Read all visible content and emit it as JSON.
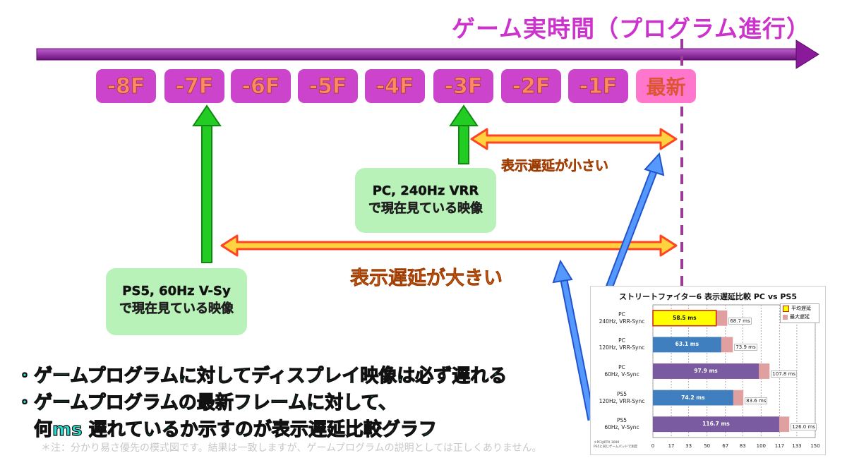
{
  "title": "ゲーム実時間（プログラム進行）",
  "frames": [
    "-8F",
    "-7F",
    "-6F",
    "-5F",
    "-4F",
    "-3F",
    "-2F",
    "-1F",
    "最新"
  ],
  "pc_caption": [
    "PC, 240Hz VRR",
    "で現在見ている映像"
  ],
  "ps5_caption": [
    "PS5, 60Hz V-Sy",
    "で現在見ている映像"
  ],
  "delay_small": "表示遅延が小さい",
  "delay_large": "表示遅延が大きい",
  "bullets": [
    "・ゲームプログラムに対してディスプレイ映像は必ず遅れる",
    "・ゲームプログラムの最新フレームに対して、",
    "　何ms 遅れているか示すのが表示遅延比較グラフ"
  ],
  "note": "＊注：分かり易さ優先の模式図です。結果は一致しますが、ゲームプログラムの説明としては正しくありません。",
  "colors": {
    "timeline": "#8b1a9a",
    "frame_box": "#cc44cc",
    "latest_box": "#ff77cc",
    "green_arrow": "#22cc22",
    "delay_arrow_fill": "#ffd23f",
    "delay_arrow_outline": "#ff4422",
    "blue_arrow": "#4488ff"
  },
  "chart_data": {
    "type": "bar",
    "orientation": "horizontal",
    "stacked": true,
    "title": "ストリートファイター6 表示遅延比較 PC vs PS5",
    "categories": [
      [
        "PC",
        "240Hz, VRR-Sync"
      ],
      [
        "PC",
        "120Hz, VRR-Sync"
      ],
      [
        "PC",
        "60Hz, V-Sync"
      ],
      [
        "PS5",
        "120Hz, VRR-Sync"
      ],
      [
        "PS5",
        "60Hz, V-Sync"
      ]
    ],
    "series": [
      {
        "name": "平均遅延",
        "values": [
          58.5,
          63.1,
          97.9,
          74.2,
          116.7
        ]
      },
      {
        "name": "最大遅延",
        "values": [
          68.7,
          73.9,
          107.8,
          83.6,
          126.0
        ]
      }
    ],
    "bar_labels": [
      "58.5 ms",
      "63.1 ms",
      "97.9 ms",
      "74.2 ms",
      "116.7 ms"
    ],
    "max_labels": [
      "68.7 ms",
      "73.9 ms",
      "107.8 ms",
      "83.6 ms",
      "126.0 ms"
    ],
    "bar_colors": [
      "#ffff00",
      "#3f7fc0",
      "#7a5aa0",
      "#3f7fc0",
      "#7a5aa0"
    ],
    "bar_label_colors": [
      "#111111",
      "#ffffff",
      "#ffffff",
      "#ffffff",
      "#ffffff"
    ],
    "max_color": "#e0a0a0",
    "ticks": [
      "0",
      "17",
      "33",
      "50",
      "67",
      "83",
      "100",
      "117",
      "133",
      "150"
    ],
    "xlim": [
      0,
      150
    ],
    "grid": true,
    "legend": "top-right",
    "footnote": [
      "＊PCはRTX 3090",
      "PS5と同じゲームパッドで測定"
    ]
  }
}
